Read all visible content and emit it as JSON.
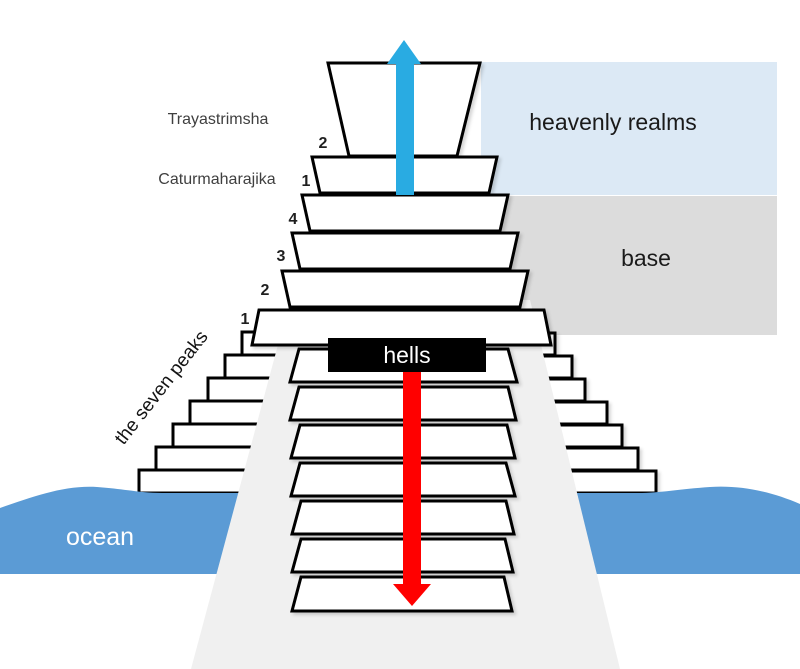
{
  "diagram": {
    "heaven_labels": {
      "trayastrimsha": "Trayastrimsha",
      "caturmaharajika": "Caturmaharajika"
    },
    "region_labels": {
      "heavenly_realms": "heavenly realms",
      "base": "base",
      "hells": "hells",
      "ocean": "ocean",
      "seven_peaks": "the seven peaks"
    },
    "tier_numbers": {
      "heaven_2": "2",
      "heaven_1": "1",
      "base_4": "4",
      "base_3": "3",
      "base_2": "2",
      "base_1": "1"
    },
    "icons": {
      "up_arrow": "up-arrow-icon",
      "down_arrow": "down-arrow-icon"
    },
    "colors": {
      "ocean": "#5B9BD5",
      "up_arrow": "#29ABE2",
      "down_arrow": "#FF0000",
      "heavenly_realms_box": "#DCE9F5",
      "base_box": "#DCDCDC",
      "mountain_shade": "#F0F0F0",
      "outline": "#000000",
      "hells_box": "#000000",
      "label_text": "#3F3F3F"
    }
  }
}
